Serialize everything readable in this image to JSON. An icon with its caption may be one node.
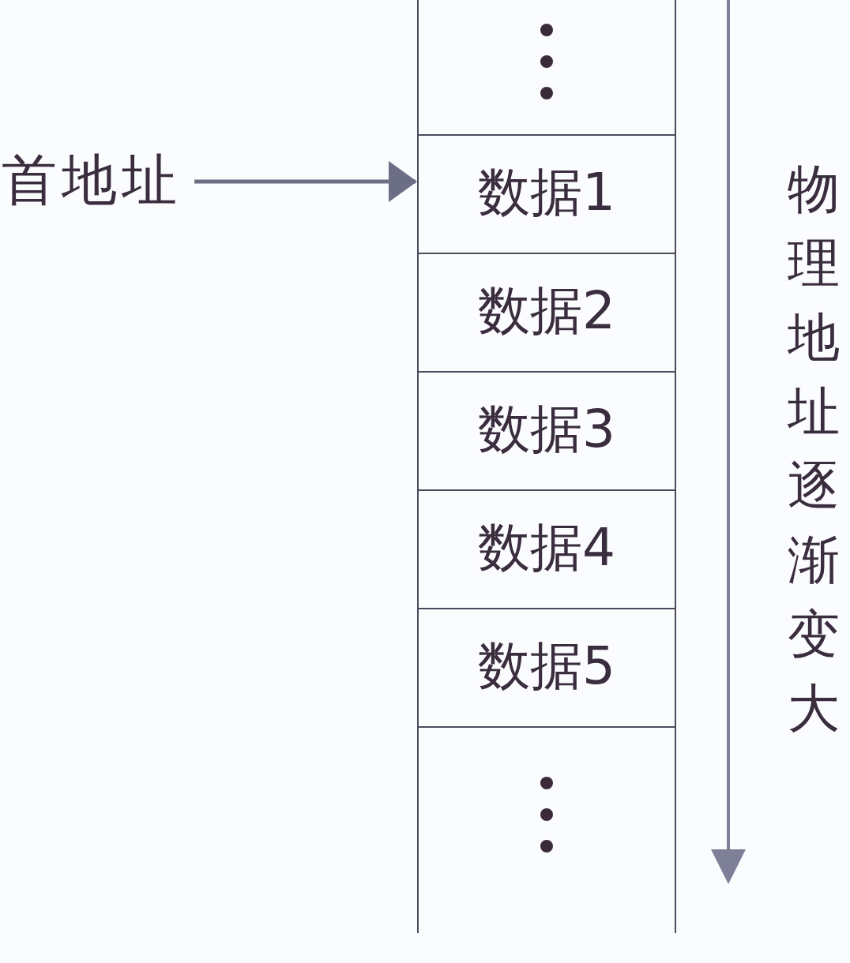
{
  "diagram": {
    "nodes": [
      {
        "text": [],
        "shape": "box"
      },
      {
        "text": [
          "首地址"
        ]
      },
      {
        "text": [
          "数据1"
        ]
      },
      {
        "text": [
          "数据2"
        ]
      },
      {
        "text": [
          "数据3"
        ]
      },
      {
        "text": [
          "数据4"
        ]
      },
      {
        "text": [
          "数据5"
        ]
      },
      {
        "text": [],
        "shape": "box"
      }
    ],
    "edges": [
      {
        "from": 1,
        "to": 2,
        "arrow": "to"
      }
    ],
    "labels": [
      "物理地址逐渐变大"
    ]
  }
}
